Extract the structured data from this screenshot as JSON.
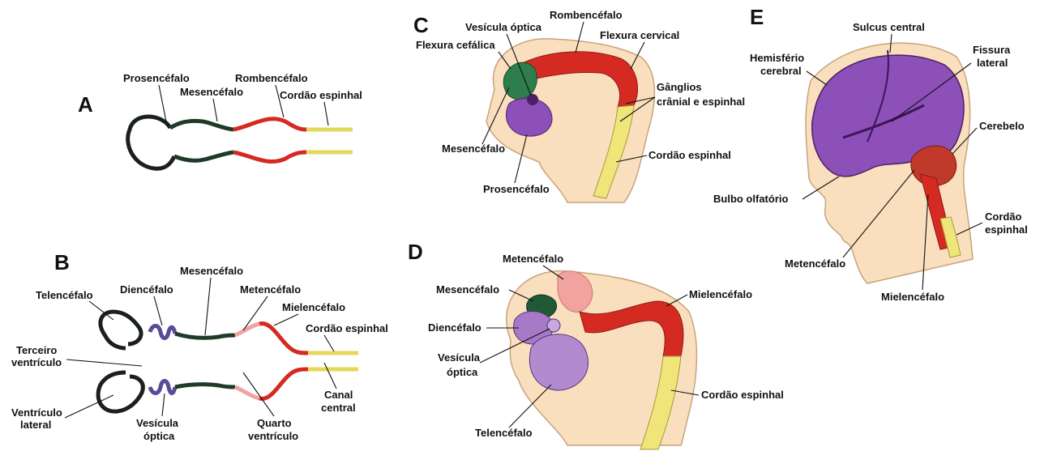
{
  "colors": {
    "prosencephalon": "#1a1f1f",
    "diencephalon": "#5b4a9a",
    "mesencephalon": "#1f3a26",
    "metencephalon": "#f2a3a0",
    "myelencephalon": "#d42a22",
    "spinal_cord": "#efe57a",
    "telencephalon_violet": "#8d4fb8",
    "skin": "#f9dfbd",
    "optic_green": "#2e7d4c"
  },
  "panels": {
    "a": {
      "letter": "A",
      "labels": {
        "prosencefalo": "Prosencéfalo",
        "mesencefalo": "Mesencéfalo",
        "rombencefalo": "Rombencéfalo",
        "cordao": "Cordão espinhal"
      }
    },
    "b": {
      "letter": "B",
      "labels": {
        "telencefalo": "Telencéfalo",
        "diencefalo": "Diencéfalo",
        "mesencefalo": "Mesencéfalo",
        "metencefalo": "Metencéfalo",
        "mielencefalo": "Mielencéfalo",
        "cordao": "Cordão espinhal",
        "terceiro_1": "Terceiro",
        "terceiro_2": "ventrículo",
        "ventriculo_1": "Ventrículo",
        "ventriculo_2": "lateral",
        "vesicula_1": "Vesícula",
        "vesicula_2": "óptica",
        "quarto_1": "Quarto",
        "quarto_2": "ventrículo",
        "canal_1": "Canal",
        "canal_2": "central"
      }
    },
    "c": {
      "letter": "C",
      "labels": {
        "rombencefalo": "Rombencéfalo",
        "vesicula": "Vesícula óptica",
        "flexura_cefalica": "Flexura cefálica",
        "flexura_cervical": "Flexura cervical",
        "ganglios_1": "Gânglios",
        "ganglios_2": "crânial e espinhal",
        "mesencefalo": "Mesencéfalo",
        "cordao": "Cordão espinhal",
        "prosencefalo": "Prosencéfalo"
      }
    },
    "d": {
      "letter": "D",
      "labels": {
        "metencefalo": "Metencéfalo",
        "mesencefalo": "Mesencéfalo",
        "mielencefalo": "Mielencéfalo",
        "diencefalo": "Diencéfalo",
        "vesicula_1": "Vesícula",
        "vesicula_2": "óptica",
        "cordao": "Cordão espinhal",
        "telencefalo": "Telencéfalo"
      }
    },
    "e": {
      "letter": "E",
      "labels": {
        "sulcus": "Sulcus central",
        "hemisferio_1": "Hemisfério",
        "hemisferio_2": "cerebral",
        "fissura_1": "Fissura",
        "fissura_2": "lateral",
        "cerebelo": "Cerebelo",
        "bulbo": "Bulbo olfatório",
        "cordao_1": "Cordão",
        "cordao_2": "espinhal",
        "metencefalo": "Metencéfalo",
        "mielencefalo": "Mielencéfalo"
      }
    }
  }
}
